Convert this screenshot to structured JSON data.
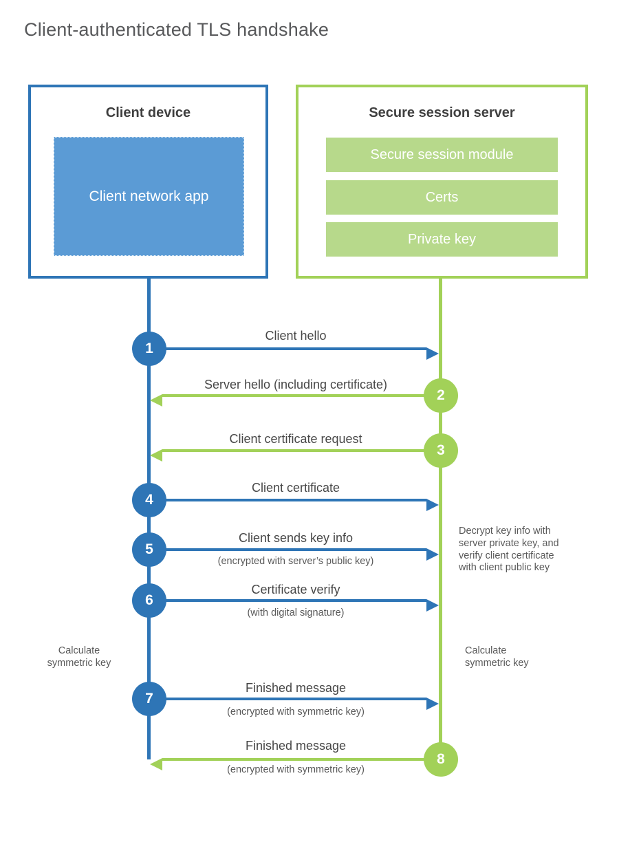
{
  "title": "Client-authenticated TLS handshake",
  "client": {
    "title": "Client device",
    "app_label": "Client network app"
  },
  "server": {
    "title": "Secure session server",
    "modules": [
      "Secure session module",
      "Certs",
      "Private key"
    ]
  },
  "messages": [
    {
      "num": "1",
      "label": "Client hello",
      "sub": "",
      "direction": "right",
      "color": "blue"
    },
    {
      "num": "2",
      "label": "Server hello (including certificate)",
      "sub": "",
      "direction": "left",
      "color": "green"
    },
    {
      "num": "3",
      "label": "Client certificate request",
      "sub": "",
      "direction": "left",
      "color": "green"
    },
    {
      "num": "4",
      "label": "Client certificate",
      "sub": "",
      "direction": "right",
      "color": "blue"
    },
    {
      "num": "5",
      "label": "Client sends key info",
      "sub": "(encrypted with server’s public key)",
      "direction": "right",
      "color": "blue"
    },
    {
      "num": "6",
      "label": "Certificate verify",
      "sub": "(with digital signature)",
      "direction": "right",
      "color": "blue"
    },
    {
      "num": "7",
      "label": "Finished message",
      "sub": "(encrypted with symmetric key)",
      "direction": "right",
      "color": "blue"
    },
    {
      "num": "8",
      "label": "Finished message",
      "sub": "(encrypted with symmetric key)",
      "direction": "left",
      "color": "green"
    }
  ],
  "annotations": {
    "decrypt_note": "Decrypt key info with server private key, and verify client certificate with client public key",
    "calculate_left": "Calculate symmetric key",
    "calculate_right": "Calculate symmetric key"
  },
  "colors": {
    "blue": "#2e75b6",
    "blue_fill": "#5b9bd5",
    "green": "#a2d158",
    "green_fill": "#b7d98b"
  }
}
